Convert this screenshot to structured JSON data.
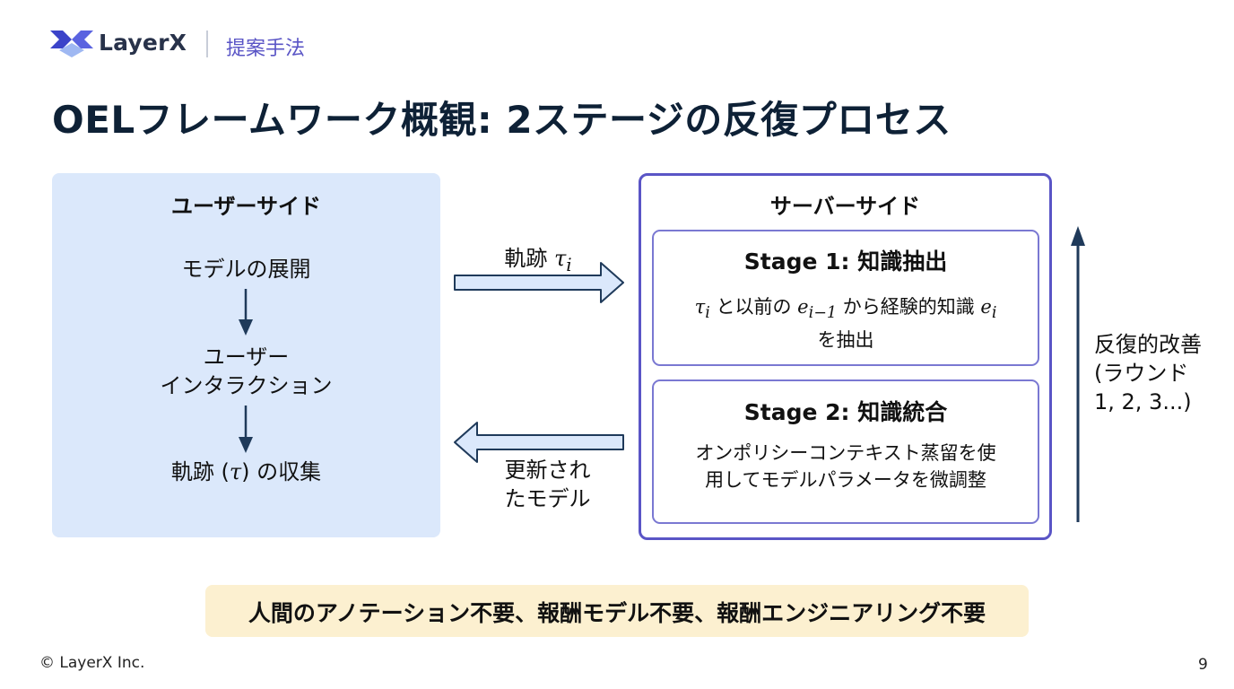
{
  "header": {
    "logo_text": "LayerX",
    "section_label": "提案手法"
  },
  "title": "OELフレームワーク概観: 2ステージの反復プロセス",
  "user_side": {
    "title": "ユーザーサイド",
    "step1": "モデルの展開",
    "step2_line1": "ユーザー",
    "step2_line2": "インタラクション",
    "step3_pre": "軌跡 (",
    "step3_sym": "τ",
    "step3_post": ") の収集"
  },
  "arrows": {
    "trajectory_label": "軌跡",
    "trajectory_sym": "τ",
    "trajectory_sub": "i",
    "updated_line1": "更新され",
    "updated_line2": "たモデル"
  },
  "server_side": {
    "title": "サーバーサイド",
    "stage1": {
      "title": "Stage 1: 知識抽出",
      "tau": "τ",
      "tau_sub": "i",
      "t1": " と以前の ",
      "e_prev": "e",
      "e_prev_sub": "i−1",
      "t2": " から経験的知識 ",
      "e_cur": "e",
      "e_cur_sub": "i",
      "line2": "を抽出"
    },
    "stage2": {
      "title": "Stage 2: 知識統合",
      "line1": "オンポリシーコンテキスト蒸留を使",
      "line2": "用してモデルパラメータを微調整"
    }
  },
  "iteration": {
    "line1": "反復的改善",
    "line2": "(ラウンド",
    "line3": "1, 2, 3...)"
  },
  "banner": "人間のアノテーション不要、報酬モデル不要、報酬エンジニアリング不要",
  "footer": {
    "copyright": "© LayerX Inc.",
    "page_number": "9"
  },
  "colors": {
    "accent_purple": "#5a55c6",
    "user_panel_bg": "#dbe8fb",
    "banner_bg": "#fcf0d0",
    "arrow_fill": "#dbe8fb",
    "arrow_stroke": "#1f3a5a"
  }
}
